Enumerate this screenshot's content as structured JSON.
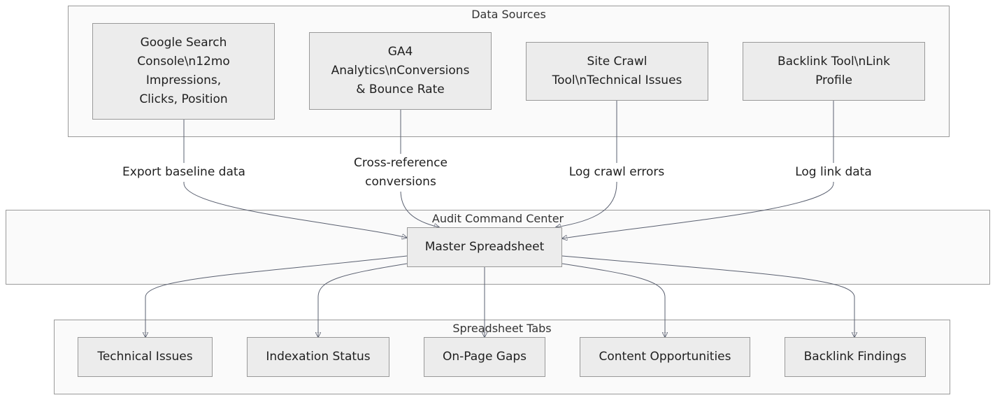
{
  "clusters": {
    "sources": {
      "title": "Data Sources"
    },
    "audit": {
      "title": "Audit Command Center"
    },
    "tabs": {
      "title": "Spreadsheet Tabs"
    }
  },
  "nodes": {
    "gsc": {
      "label": "Google Search Console\\n12mo Impressions, Clicks, Position"
    },
    "ga4": {
      "label": "GA4 Analytics\\nConversions & Bounce Rate"
    },
    "crawl": {
      "label": "Site Crawl Tool\\nTechnical Issues"
    },
    "backlink_tool": {
      "label": "Backlink Tool\\nLink Profile"
    },
    "master": {
      "label": "Master Spreadsheet"
    },
    "technical": {
      "label": "Technical Issues"
    },
    "indexation": {
      "label": "Indexation Status"
    },
    "onpage": {
      "label": "On-Page Gaps"
    },
    "content": {
      "label": "Content Opportunities"
    },
    "backlinks": {
      "label": "Backlink Findings"
    }
  },
  "edges": {
    "gsc_to_master": "Export baseline data",
    "ga4_to_master": "Cross-reference conversions",
    "crawl_to_master": "Log crawl errors",
    "backlink_to_master": "Log link data"
  },
  "colors": {
    "node_fill": "#ececec",
    "node_border": "#999999",
    "cluster_fill": "#fafafa",
    "edge": "#5a6070"
  }
}
